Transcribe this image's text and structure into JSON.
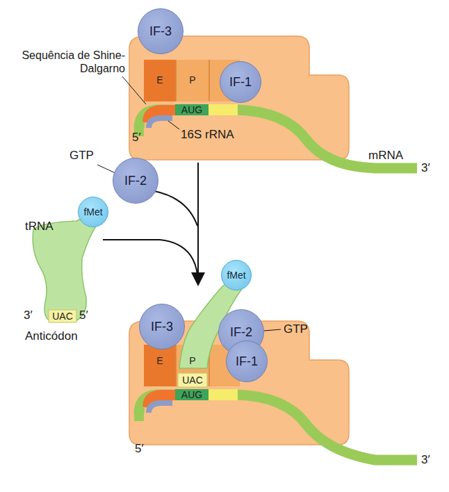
{
  "diagram": {
    "nodes": [
      {
        "text": [
          "IF-3"
        ]
      },
      {
        "text": [
          "E"
        ]
      },
      {
        "text": [
          "P"
        ]
      },
      {
        "text": [
          "IF-1"
        ]
      },
      {
        "text": [
          "AUG"
        ]
      },
      {
        "text": [
          "IF-2"
        ]
      },
      {
        "text": [
          "fMet"
        ]
      },
      {
        "text": [
          "UAC"
        ]
      },
      {
        "text": [
          "fMet"
        ]
      },
      {
        "text": [
          "IF-3"
        ]
      },
      {
        "text": [
          "IF-2"
        ]
      },
      {
        "text": [
          "E"
        ]
      },
      {
        "text": [
          "P"
        ]
      },
      {
        "text": [
          "UAC"
        ]
      },
      {
        "text": [
          "IF-1"
        ]
      },
      {
        "text": [
          "AUG"
        ]
      }
    ],
    "labels": [
      "Sequência de Shine-Dalgarno",
      "5′",
      "16S rRNA",
      "mRNA",
      "3′",
      "GTP",
      "tRNA",
      "3′",
      "5′",
      "Anticódon",
      "5′",
      "3′",
      "GTP"
    ]
  }
}
